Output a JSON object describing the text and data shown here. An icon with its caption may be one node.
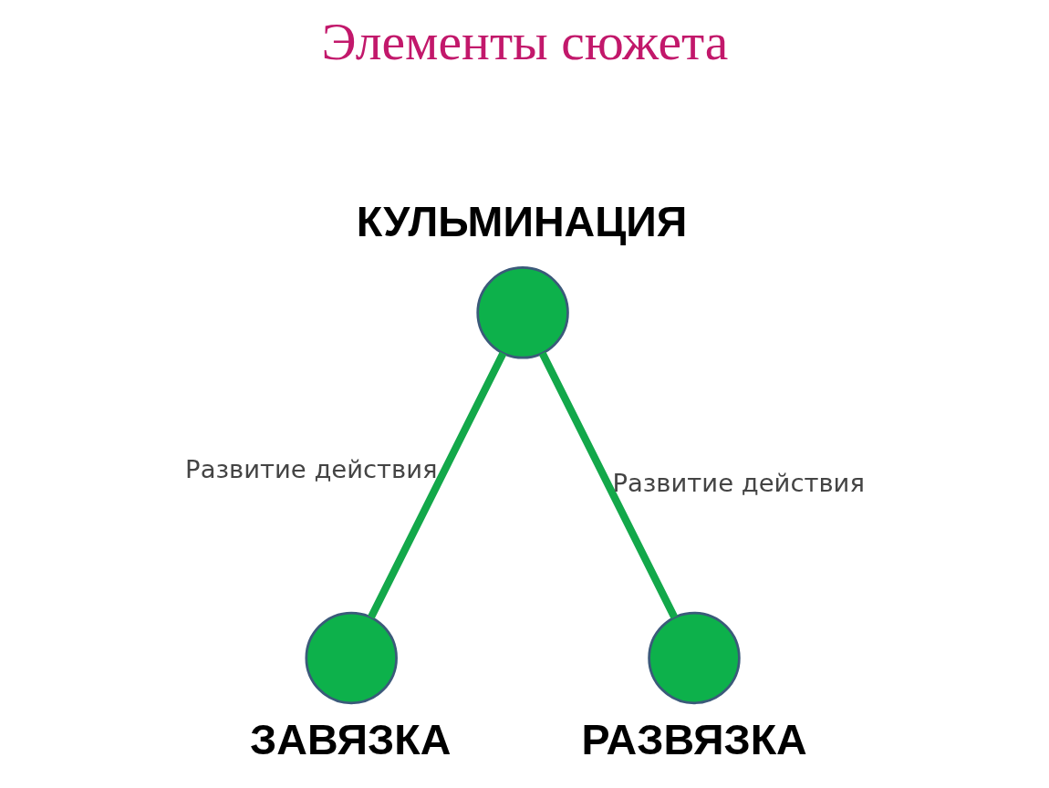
{
  "diagram": {
    "title": "Элементы сюжета",
    "nodes": [
      {
        "text": [
          "КУЛЬМИНАЦИЯ"
        ]
      },
      {
        "text": [
          "ЗАВЯЗКА"
        ]
      },
      {
        "text": [
          "РАЗВЯЗКА"
        ]
      }
    ],
    "edges": [
      {
        "from": 0,
        "to": 1,
        "arrow": "none",
        "label": "Развитие действия"
      },
      {
        "from": 0,
        "to": 2,
        "arrow": "none",
        "label": "Развитие действия"
      }
    ]
  }
}
